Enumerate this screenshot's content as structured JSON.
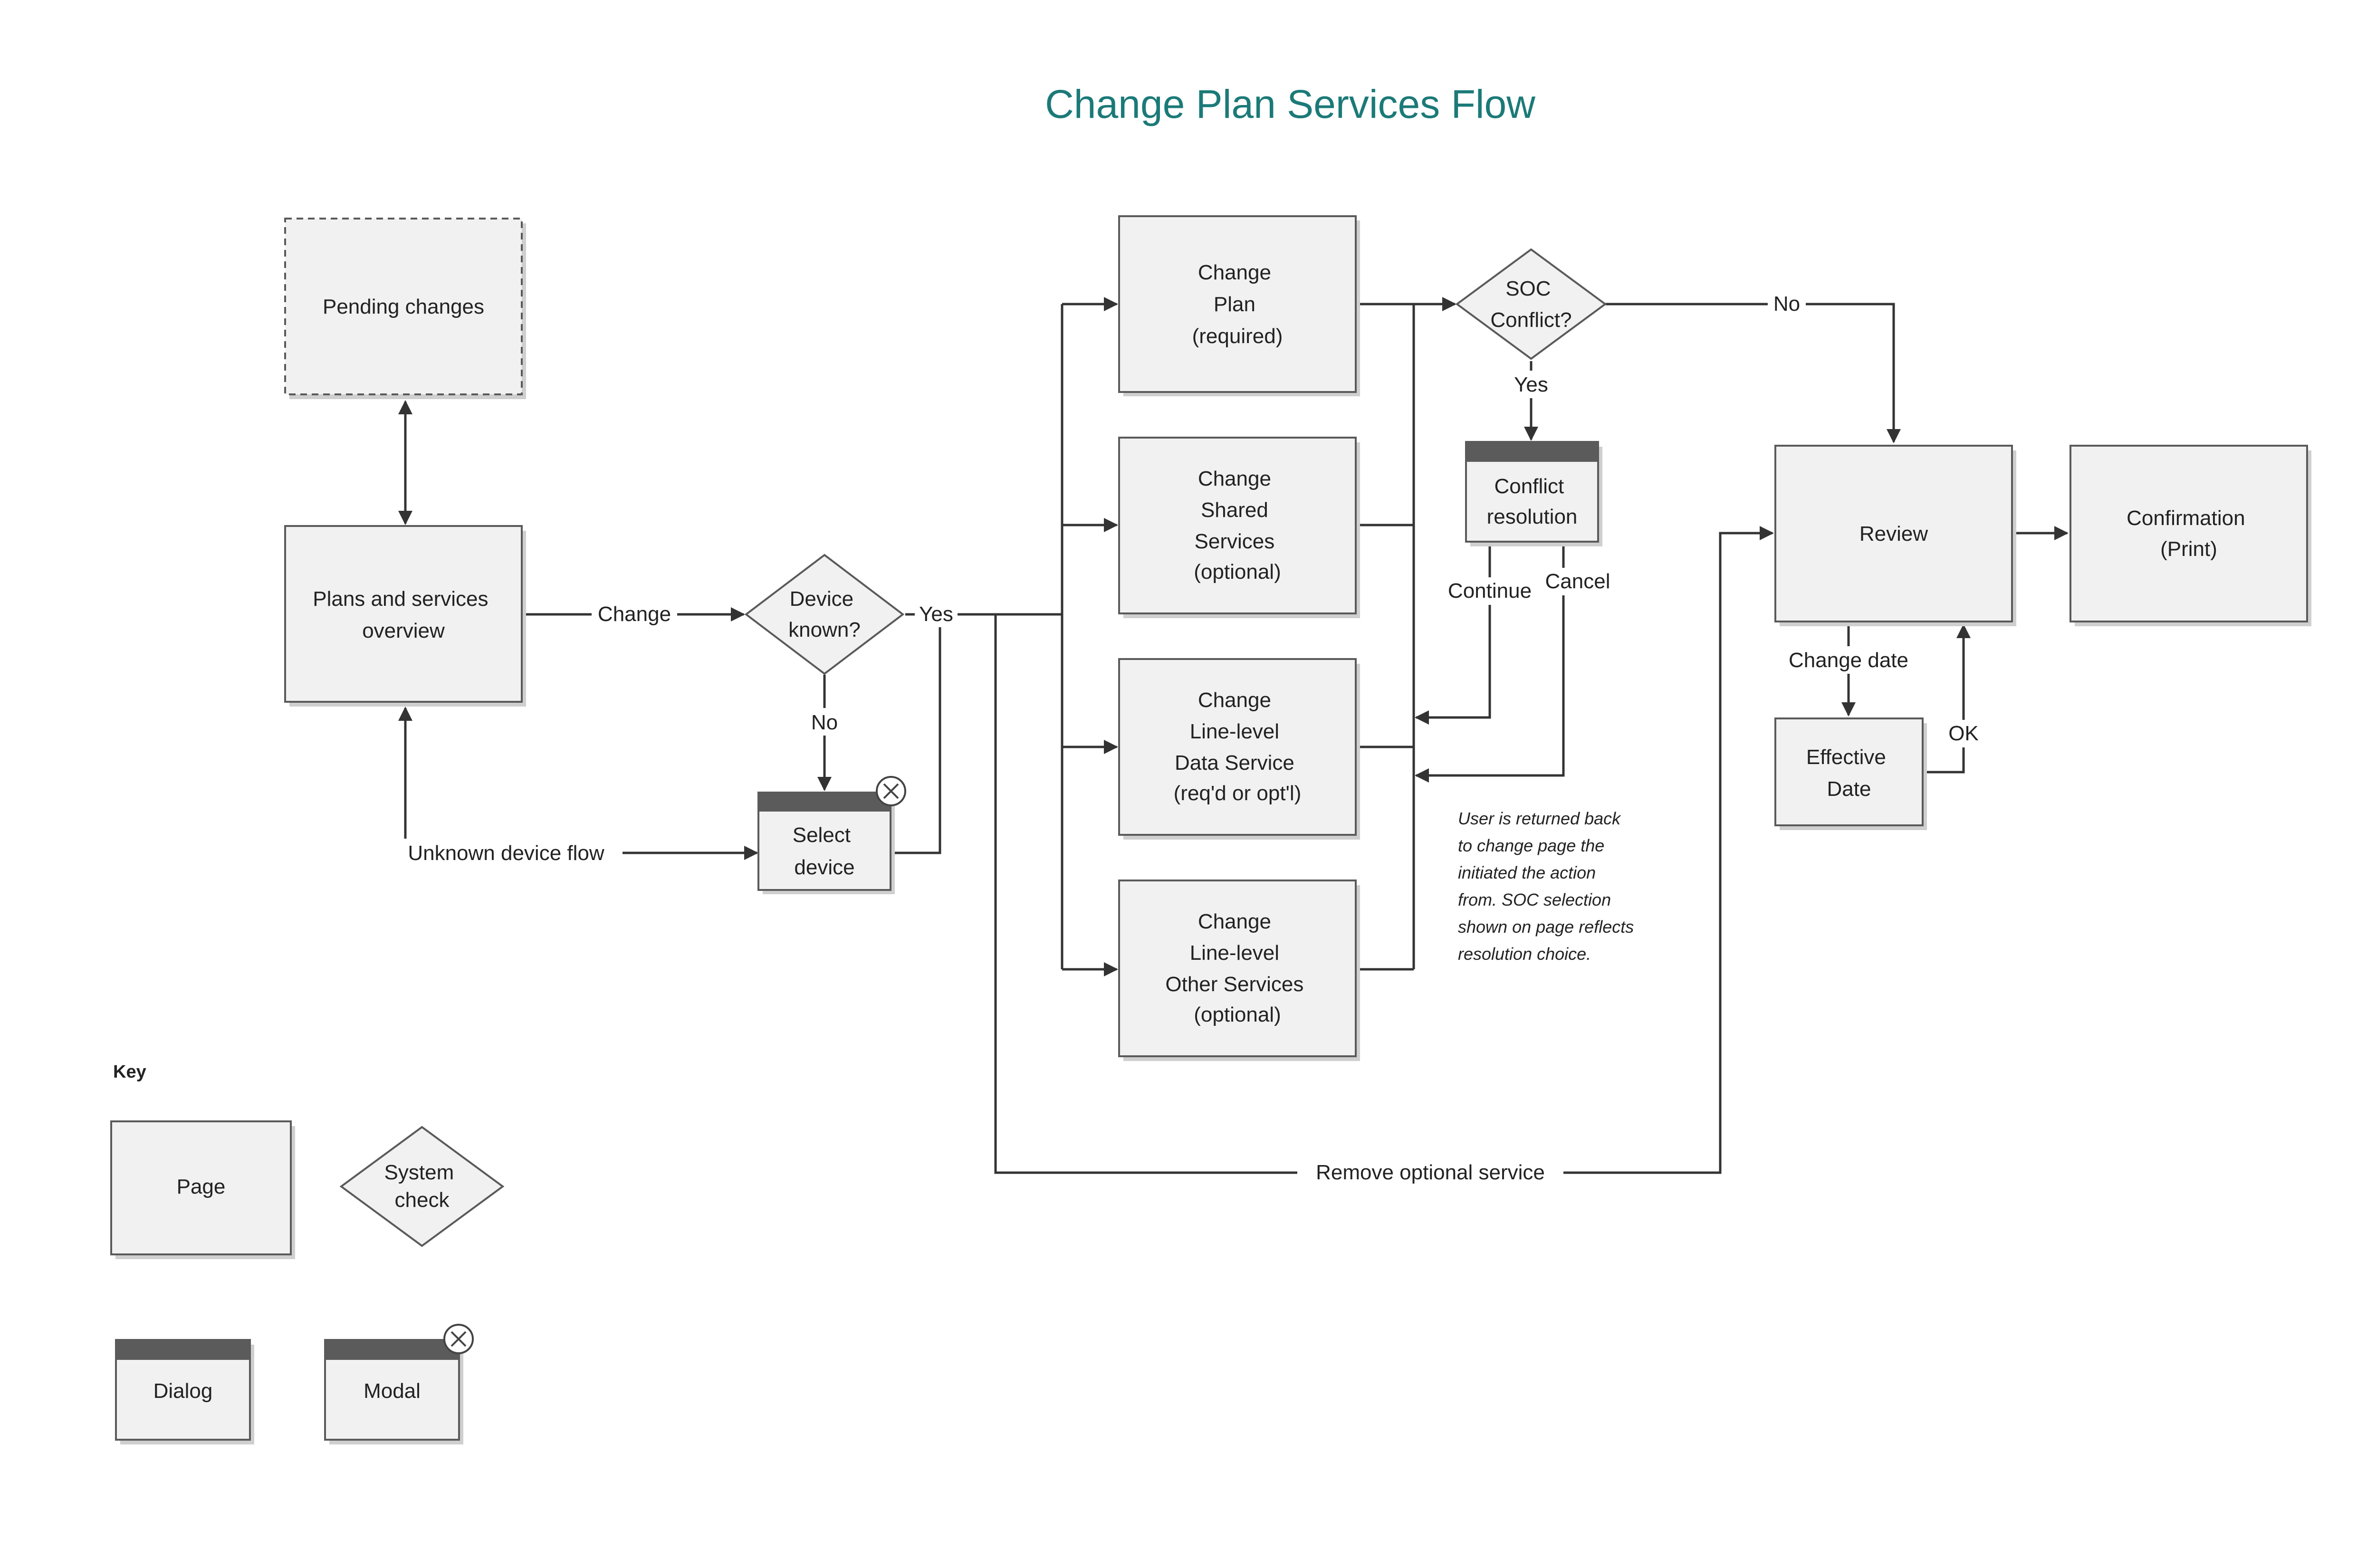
{
  "title": "Change Plan Services Flow",
  "nodes": {
    "pending_changes": "Pending changes",
    "plans_overview": [
      "Plans and services",
      "overview"
    ],
    "device_known": [
      "Device",
      "known?"
    ],
    "select_device": [
      "Select",
      "device"
    ],
    "change_plan": [
      "Change",
      "Plan",
      "(required)"
    ],
    "change_shared": [
      "Change",
      "Shared",
      "Services",
      "(optional)"
    ],
    "change_data": [
      "Change",
      "Line-level",
      "Data Service",
      "(req'd or opt'l)"
    ],
    "change_other": [
      "Change",
      "Line-level",
      "Other Services",
      "(optional)"
    ],
    "soc_conflict": [
      "SOC",
      "Conflict?"
    ],
    "conflict_resolution": [
      "Conflict",
      "resolution"
    ],
    "review": "Review",
    "confirmation": [
      "Confirmation",
      "(Print)"
    ],
    "effective_date": [
      "Effective",
      "Date"
    ]
  },
  "edges": {
    "change": "Change",
    "yes1": "Yes",
    "no1": "No",
    "unknown_device": "Unknown device flow",
    "soc_no": "No",
    "soc_yes": "Yes",
    "continue": "Continue",
    "cancel": "Cancel",
    "change_date": "Change date",
    "ok": "OK",
    "remove_optional": "Remove optional service"
  },
  "note": [
    "User is returned back",
    "to change page the",
    "initiated the action",
    "from. SOC selection",
    "shown on page reflects",
    "resolution choice."
  ],
  "key": {
    "title": "Key",
    "page": "Page",
    "system_check": [
      "System",
      "check"
    ],
    "dialog": "Dialog",
    "modal": "Modal"
  },
  "colors": {
    "title": "#1b7a78",
    "node_fill": "#f1f1f1",
    "node_stroke": "#5a5a5a",
    "header": "#5b5b5b"
  }
}
